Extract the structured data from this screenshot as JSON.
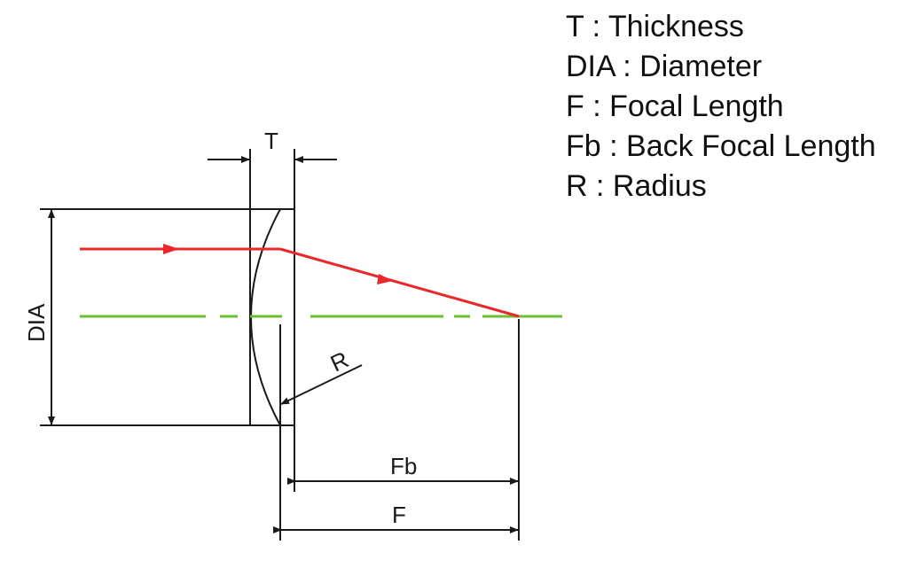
{
  "legend": [
    {
      "text": "T : Thickness"
    },
    {
      "text": "DIA : Diameter"
    },
    {
      "text": "F : Focal Length"
    },
    {
      "text": "Fb : Back Focal Length"
    },
    {
      "text": "R : Radius"
    }
  ],
  "labels": {
    "thickness": "T",
    "diameter": "DIA",
    "radius": "R",
    "back_focal_length": "Fb",
    "focal_length": "F"
  },
  "colors": {
    "ray": "#e8282a",
    "optical_axis": "#6cbf2f",
    "lines": "#1a1a1a"
  }
}
